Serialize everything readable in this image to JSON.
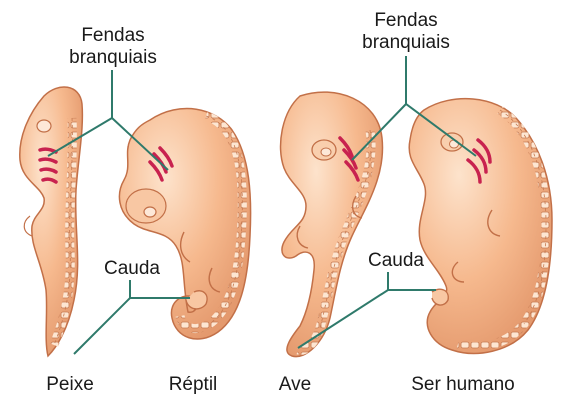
{
  "colors": {
    "skin": "#f6b98e",
    "skin_light": "#fbd7b8",
    "skin_dark": "#d9865a",
    "outline": "#b8643a",
    "gill": "#c8224f",
    "line": "#2f7a6b"
  },
  "labels": {
    "gills_left": [
      "Fendas",
      "branquiais"
    ],
    "gills_right": [
      "Fendas",
      "branquiais"
    ],
    "tail_left": "Cauda",
    "tail_right": "Cauda"
  },
  "embryos": [
    {
      "name": "Peixe"
    },
    {
      "name": "Réptil"
    },
    {
      "name": "Ave"
    },
    {
      "name": "Ser humano"
    }
  ]
}
